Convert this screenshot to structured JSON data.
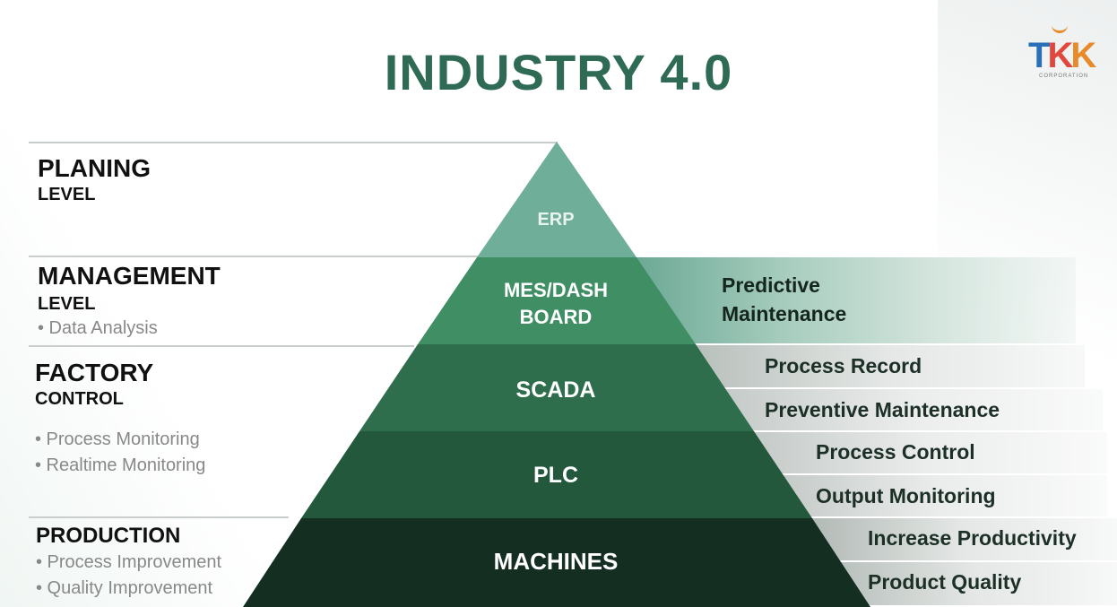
{
  "title": "INDUSTRY 4.0",
  "logo": {
    "letters": [
      "T",
      "K",
      "K"
    ],
    "subtitle": "CORPORATION"
  },
  "levels": {
    "planning": {
      "title": "PLANING",
      "subtitle": "LEVEL"
    },
    "management": {
      "title": "MANAGEMENT",
      "subtitle": "LEVEL",
      "bullets": [
        "• Data Analysis"
      ]
    },
    "factory": {
      "title": "FACTORY",
      "subtitle": "CONTROL",
      "bullets": [
        "• Process Monitoring",
        "• Realtime Monitoring"
      ]
    },
    "production": {
      "title": "PRODUCTION",
      "bullets": [
        "• Process Improvement",
        "• Quality Improvement"
      ]
    }
  },
  "pyramid": {
    "erp": "ERP",
    "mes_line1": "MES/DASH",
    "mes_line2": "BOARD",
    "scada": "SCADA",
    "plc": "PLC",
    "machines": "MACHINES"
  },
  "benefits": {
    "predictive_line1": "Predictive",
    "predictive_line2": "Maintenance",
    "process_record": "Process Record",
    "preventive_maintenance": "Preventive Maintenance",
    "process_control": "Process Control",
    "output_monitoring": "Output Monitoring",
    "increase_productivity": "Increase Productivity",
    "product_quality": "Product Quality"
  },
  "colors": {
    "title": "#2e6a54",
    "erp": "#6fae98",
    "mes": "#3f8e64",
    "scada": "#2f6e4c",
    "plc": "#23583d",
    "machines": "#142e22"
  }
}
